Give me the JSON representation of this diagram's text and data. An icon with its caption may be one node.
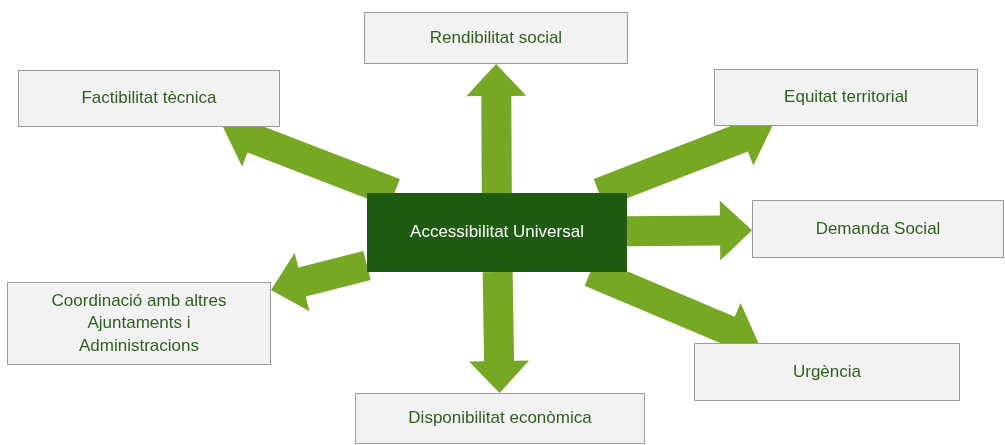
{
  "diagram": {
    "nodes": [
      {
        "text": [
          "Accessibilitat Universal"
        ]
      },
      {
        "text": [
          "Rendibilitat social"
        ]
      },
      {
        "text": [
          "Factibilitat tècnica"
        ]
      },
      {
        "text": [
          "Equitat territorial"
        ]
      },
      {
        "text": [
          "Demanda Social"
        ]
      },
      {
        "text": [
          "Coordinació amb altres Ajuntaments i Administracions"
        ]
      },
      {
        "text": [
          "Urgència"
        ]
      },
      {
        "text": [
          "Disponibilitat econòmica"
        ]
      }
    ],
    "edges": [
      {
        "from": 0,
        "to": 1,
        "arrow": "to"
      },
      {
        "from": 0,
        "to": 2,
        "arrow": "to"
      },
      {
        "from": 0,
        "to": 3,
        "arrow": "to"
      },
      {
        "from": 0,
        "to": 4,
        "arrow": "to"
      },
      {
        "from": 0,
        "to": 5,
        "arrow": "to"
      },
      {
        "from": 0,
        "to": 6,
        "arrow": "to"
      },
      {
        "from": 0,
        "to": 7,
        "arrow": "to"
      }
    ]
  }
}
